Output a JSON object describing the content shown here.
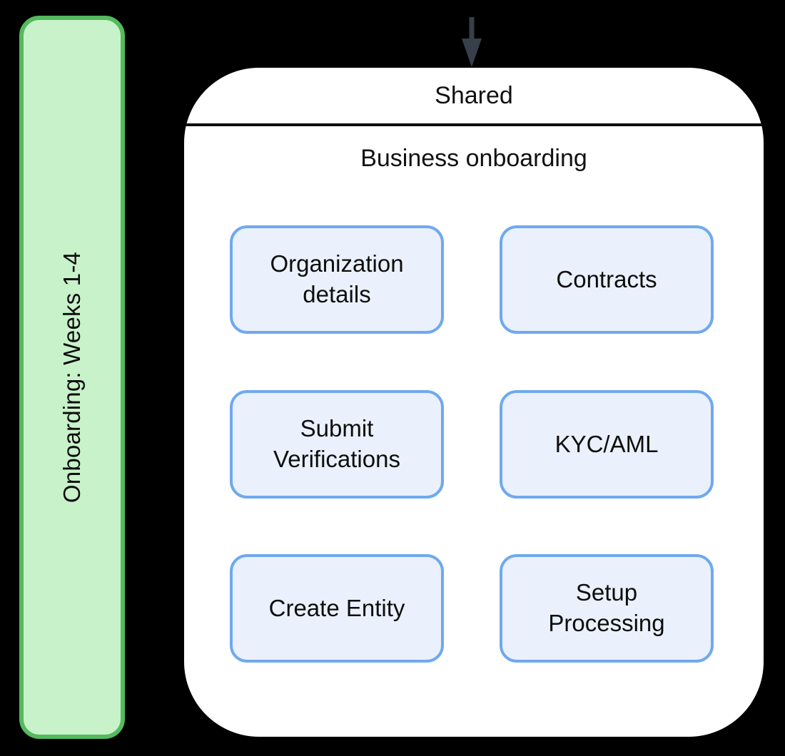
{
  "canvas": {
    "background_color": "#000000"
  },
  "timeline": {
    "label": "Onboarding: Weeks 1-4",
    "fill_color": "#C8F2C9",
    "border_color": "#54BA5E"
  },
  "connector": {
    "icon": "down-arrow-icon",
    "color": "#363F4A"
  },
  "shared_container": {
    "header": "Shared",
    "section_title": "Business onboarding",
    "fill_color": "#FFFFFF",
    "divider_color": "#0d0d0d"
  },
  "tasks": [
    {
      "label": "Organization details"
    },
    {
      "label": "Contracts"
    },
    {
      "label": "Submit Verifications"
    },
    {
      "label": "KYC/AML"
    },
    {
      "label": "Create Entity"
    },
    {
      "label": "Setup Processing"
    }
  ],
  "task_style": {
    "fill_color": "#EAF1FC",
    "border_color": "#70A9EE"
  }
}
